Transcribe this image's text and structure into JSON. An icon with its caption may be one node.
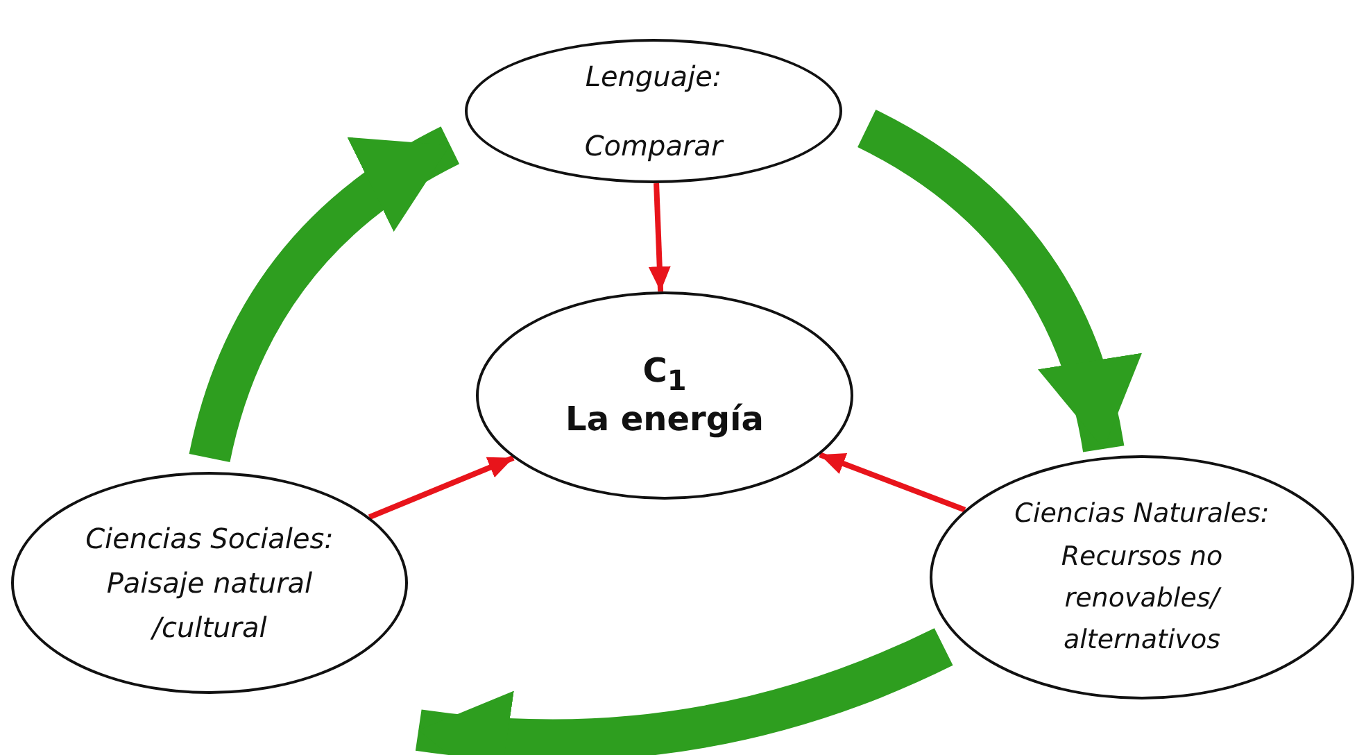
{
  "diagram": {
    "nodes": [
      {
        "text": [
          "Lenguaje:",
          "Comparar"
        ]
      },
      {
        "text": [
          "C$_{1}$",
          "La energía"
        ]
      },
      {
        "text": [
          "Ciencias Sociales: Paisaje natural /cultural"
        ]
      },
      {
        "text": [
          "Ciencias Naturales: Recursos no renovables/ alternativos"
        ]
      }
    ],
    "edges": [
      {
        "from": 0,
        "to": 1,
        "arrow": "to",
        "color": "#e8141b"
      },
      {
        "from": 2,
        "to": 1,
        "arrow": "to",
        "color": "#e8141b"
      },
      {
        "from": 3,
        "to": 1,
        "arrow": "to",
        "color": "#e8141b"
      },
      {
        "from": 0,
        "to": 3,
        "arrow": "to",
        "style": "thick",
        "color": "#2e9e1f"
      },
      {
        "from": 3,
        "to": 2,
        "arrow": "to",
        "style": "thick",
        "color": "#2e9e1f"
      },
      {
        "from": 2,
        "to": 0,
        "arrow": "to",
        "style": "thick",
        "color": "#2e9e1f"
      }
    ]
  }
}
